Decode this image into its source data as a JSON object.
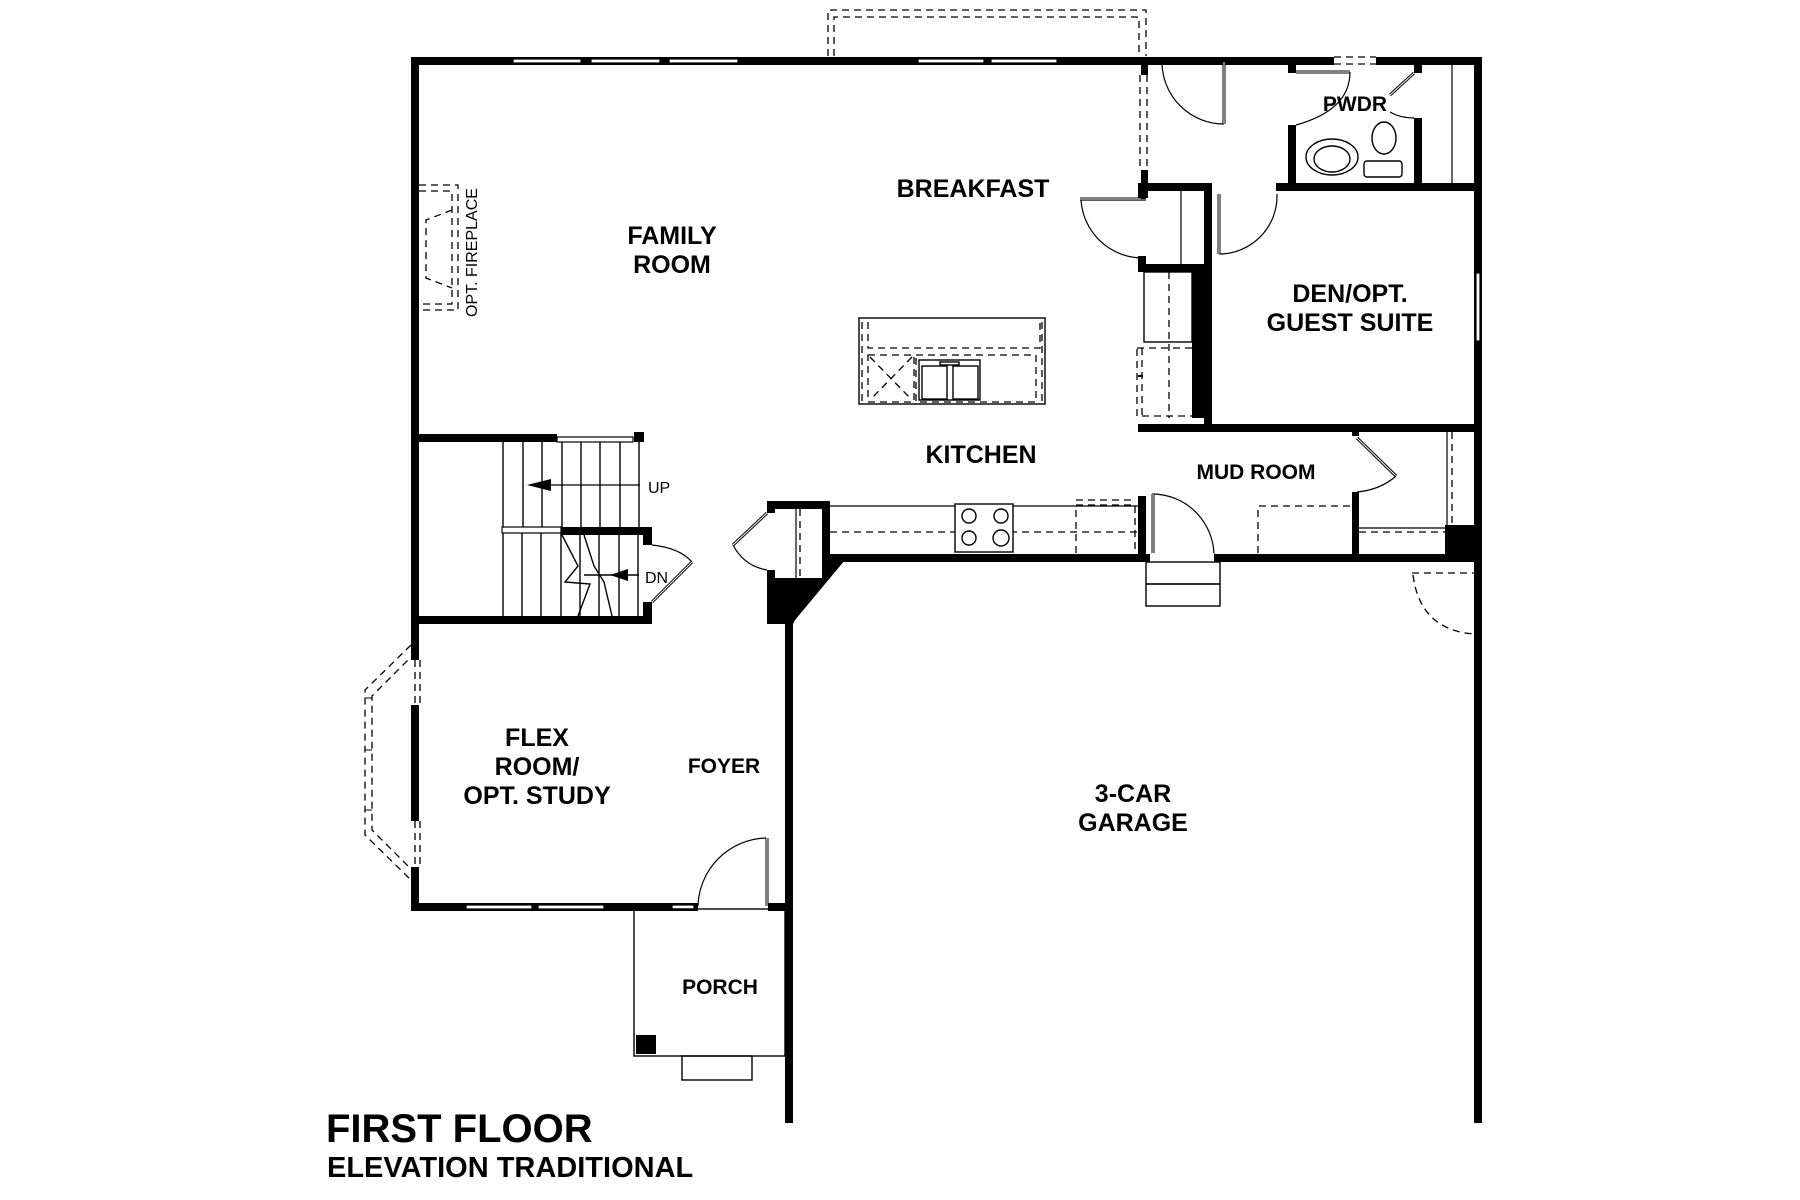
{
  "plan": {
    "title": "FIRST FLOOR",
    "subtitle": "ELEVATION TRADITIONAL"
  },
  "rooms": {
    "family_room": [
      "FAMILY",
      "ROOM"
    ],
    "breakfast": "BREAKFAST",
    "kitchen": "KITCHEN",
    "pwdr": "PWDR",
    "den": [
      "DEN/OPT.",
      "GUEST SUITE"
    ],
    "mud_room": "MUD ROOM",
    "flex_room": [
      "FLEX",
      "ROOM/",
      "OPT. STUDY"
    ],
    "foyer": "FOYER",
    "garage": [
      "3-CAR",
      "GARAGE"
    ],
    "porch": "PORCH"
  },
  "annotations": {
    "fireplace": "OPT. FIREPLACE",
    "stairs_up": "UP",
    "stairs_down": "DN"
  },
  "colors": {
    "wall": "#000000",
    "background": "#ffffff"
  }
}
